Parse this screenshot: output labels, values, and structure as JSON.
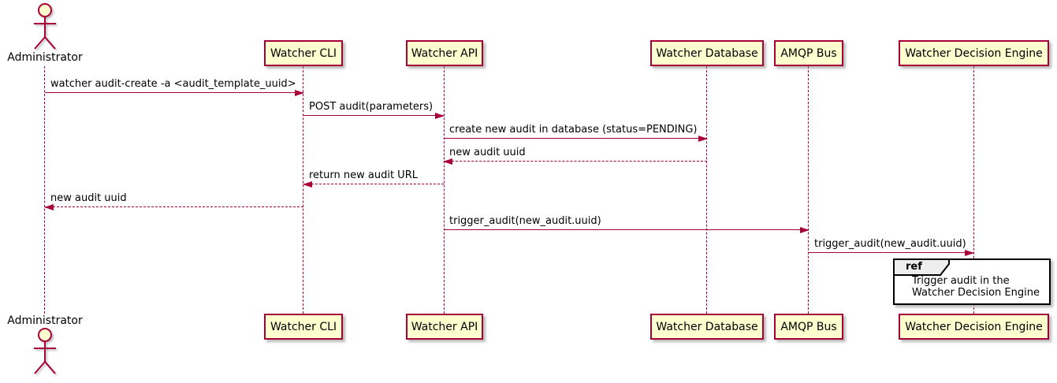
{
  "diagram_type": "sequence",
  "actor": {
    "label": "Administrator"
  },
  "participants": [
    {
      "label": "Watcher CLI"
    },
    {
      "label": "Watcher API"
    },
    {
      "label": "Watcher Database"
    },
    {
      "label": "AMQP Bus"
    },
    {
      "label": "Watcher Decision Engine"
    }
  ],
  "messages": [
    {
      "label": "watcher audit-create -a <audit_template_uuid>",
      "from": "Administrator",
      "to": "Watcher CLI",
      "line": "solid"
    },
    {
      "label": "POST audit(parameters)",
      "from": "Watcher CLI",
      "to": "Watcher API",
      "line": "solid"
    },
    {
      "label": "create new audit in database (status=PENDING)",
      "from": "Watcher API",
      "to": "Watcher Database",
      "line": "solid"
    },
    {
      "label": "new audit uuid",
      "from": "Watcher Database",
      "to": "Watcher API",
      "line": "dashed"
    },
    {
      "label": "return new audit URL",
      "from": "Watcher API",
      "to": "Watcher CLI",
      "line": "dashed"
    },
    {
      "label": "new audit uuid",
      "from": "Watcher CLI",
      "to": "Administrator",
      "line": "dashed"
    },
    {
      "label": "trigger_audit(new_audit.uuid)",
      "from": "Watcher API",
      "to": "AMQP Bus",
      "line": "solid"
    },
    {
      "label": "trigger_audit(new_audit.uuid)",
      "from": "AMQP Bus",
      "to": "Watcher Decision Engine",
      "line": "solid"
    }
  ],
  "ref": {
    "keyword": "ref",
    "line1": "Trigger audit in the",
    "line2": "Watcher Decision Engine"
  },
  "colors": {
    "participant_fill": "#FEFECE",
    "stroke": "#A80036",
    "text": "#000000",
    "ref_border": "#000000",
    "ref_tab_fill": "#EEEEEE"
  }
}
